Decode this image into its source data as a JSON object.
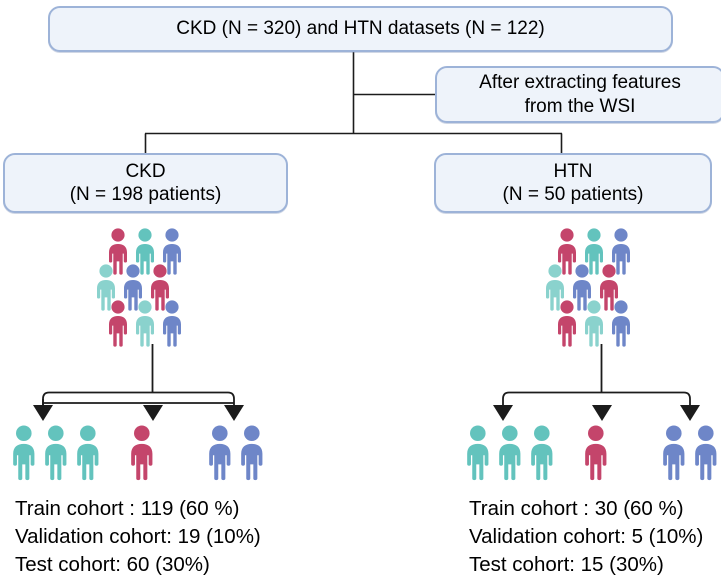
{
  "diagram": {
    "title_node": {
      "label": "CKD (N = 320) and HTN datasets (N = 122)",
      "ckd_n": 320,
      "htn_n": 122
    },
    "annotation_node": {
      "line1": "After extracting features",
      "line2": "from the WSI"
    },
    "branches": [
      {
        "id": "ckd",
        "title": "CKD",
        "subtitle": "(N = 198 patients)",
        "n_patients": 198,
        "cohorts": {
          "train": "Train cohort : 119 (60 %)",
          "validation": "Validation cohort: 19 (10%)",
          "test": "Test cohort: 60 (30%)"
        },
        "cohort_values": {
          "train": 119,
          "validation": 19,
          "test": 60
        },
        "cohort_percents": {
          "train": "60 %",
          "validation": "10%",
          "test": "30%"
        },
        "split_figures": {
          "train_count": 3,
          "validation_count": 1,
          "test_count": 2
        }
      },
      {
        "id": "htn",
        "title": "HTN",
        "subtitle": "(N = 50 patients)",
        "n_patients": 50,
        "cohorts": {
          "train": "Train cohort : 30 (60 %)",
          "validation": "Validation cohort: 5 (10%)",
          "test": "Test cohort: 15 (30%)"
        },
        "cohort_values": {
          "train": 30,
          "validation": 5,
          "test": 15
        },
        "cohort_percents": {
          "train": "60 %",
          "validation": "10%",
          "test": "30%"
        },
        "split_figures": {
          "train_count": 3,
          "validation_count": 1,
          "test_count": 2
        }
      }
    ],
    "colors": {
      "node_fill": "#eef3fa",
      "node_border": "#9db3d8",
      "connector": "#1c1c1c",
      "teal": "#63c3bd",
      "teal_light": "#8ad2cd",
      "crimson": "#c4456b",
      "blue": "#6e86c8",
      "text": "#000000"
    },
    "cluster": {
      "description": "population-cluster-of-person-icons",
      "rows": 3,
      "per_row": 3,
      "icon_color_pattern": [
        [
          "crimson",
          "teal",
          "blue"
        ],
        [
          "teal_light",
          "blue",
          "crimson"
        ],
        [
          "crimson",
          "teal_light",
          "blue"
        ]
      ]
    },
    "icons": {
      "person": "person-icon",
      "arrow": "arrow-down-icon"
    }
  }
}
